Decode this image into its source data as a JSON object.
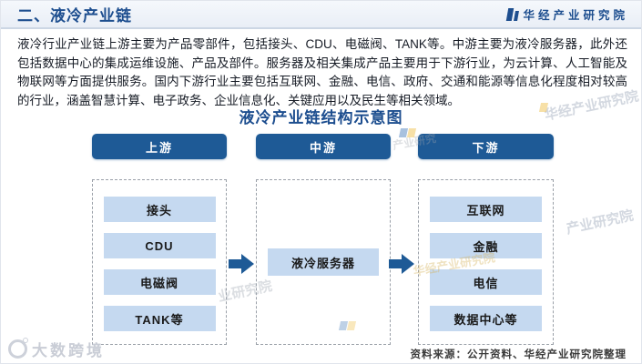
{
  "header": {
    "title": "二、液冷产业链",
    "logo_text": "华经产业研究院"
  },
  "intro": "液冷行业产业链上游主要为产品零部件，包括接头、CDU、电磁阀、TANK等。中游主要为液冷服务器，此外还包括数据中心的集成运维设施、产品及部件。服务器及相关集成产品主要用于下游行业，为云计算、人工智能及物联网等方面提供服务。国内下游行业主要包括互联网、金融、电信、政府、交通和能源等信息化程度相对较高的行业，涵盖智慧计算、电子政务、企业信息化、关键应用以及民生等相关领域。",
  "diagram": {
    "title": "液冷产业链结构示意图",
    "columns": [
      {
        "stage": "上游",
        "items": [
          "接头",
          "CDU",
          "电磁阀",
          "TANK等"
        ]
      },
      {
        "stage": "中游",
        "items": [
          "液冷服务器"
        ]
      },
      {
        "stage": "下游",
        "items": [
          "互联网",
          "金融",
          "电信",
          "数据中心等"
        ]
      }
    ]
  },
  "footer": {
    "source": "资料来源：公开资料、华经产业研究院整理"
  },
  "watermarks": {
    "brand": "大数跨境",
    "diagonal_full": "华经产业研究院",
    "diagonal_partial_1": "产业研究院",
    "diagonal_partial_2": "业研究院",
    "diagonal_partial_3": "产业研究"
  },
  "colors": {
    "primary_blue": "#1e5a96",
    "light_box_blue": "#c5d9f0",
    "heading_blue": "#1d4e8f",
    "header_bar_bg": "#edf1f7"
  }
}
